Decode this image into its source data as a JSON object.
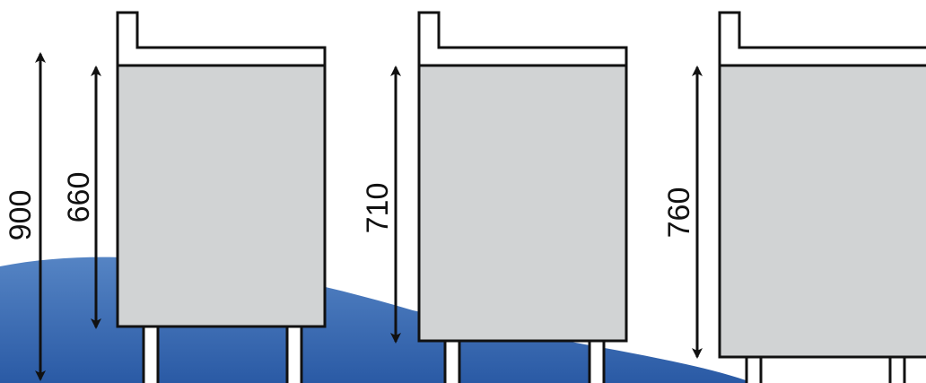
{
  "colors": {
    "background": "#ffffff",
    "blue_band_top": "#4f7fc1",
    "blue_band_bottom": "#2456a3",
    "cabinet_fill": "#d1d3d4",
    "outline": "#111111"
  },
  "dimensions": {
    "overall_height": "900",
    "cabinet_1_height": "660",
    "cabinet_2_height": "710",
    "cabinet_3_height": "760"
  },
  "icons": {
    "arrow": "double-headed-arrow-icon"
  }
}
